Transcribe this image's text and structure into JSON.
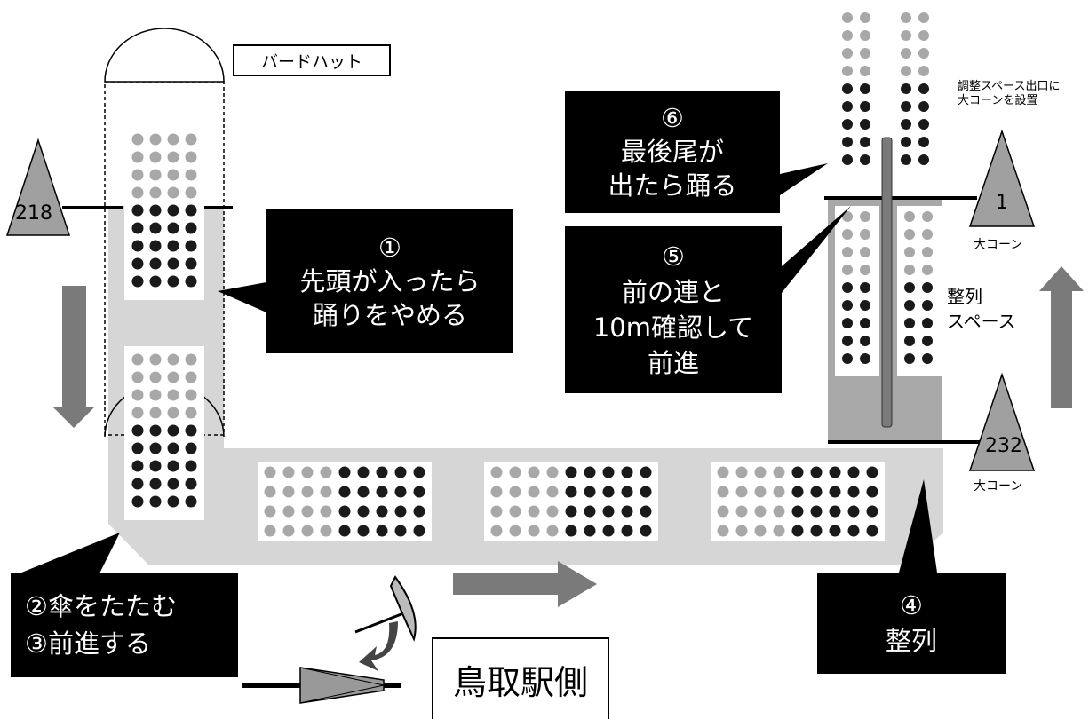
{
  "bird_hut": {
    "label": "バードハット"
  },
  "cones": [
    {
      "id": "218",
      "label": "218"
    },
    {
      "id": "1",
      "label": "1",
      "caption": "大コーン"
    },
    {
      "id": "232",
      "label": "232",
      "caption": "大コーン"
    }
  ],
  "notes": {
    "exit_cone_line1": "調整スペース出口に",
    "exit_cone_line2": "大コーンを設置",
    "alignment_space_line1": "整列",
    "alignment_space_line2": "スペース"
  },
  "callouts": {
    "c1": {
      "lines": [
        "①",
        "先頭が入ったら",
        "踊りをやめる"
      ]
    },
    "c5": {
      "lines": [
        "⑤",
        "前の連と",
        "10m確認して",
        "前進"
      ]
    },
    "c6": {
      "lines": [
        "⑥",
        "最後尾が",
        "出たら踊る"
      ]
    },
    "c23": {
      "lines": [
        "②傘をたたむ",
        "③前進する"
      ]
    },
    "c4": {
      "lines": [
        "④",
        "整列"
      ]
    }
  },
  "station": {
    "label": "鳥取駅側"
  },
  "colors": {
    "route": "#d6d6d6",
    "align_space": "#a8a8a8",
    "arrow": "#7a7a7a",
    "dancer_dark": "#1a1a1a",
    "dancer_light": "#a8a8a8",
    "callout_bg": "#000000"
  }
}
